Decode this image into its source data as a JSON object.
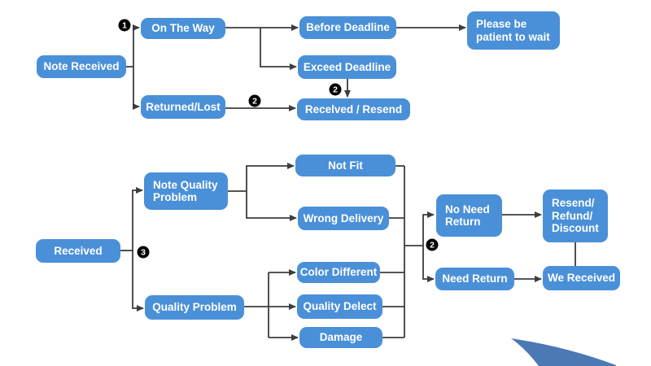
{
  "colors": {
    "node_fill": "#4a90d8",
    "node_text": "#ffffff",
    "connector": "#3d3d3d",
    "marker_bg": "#000000",
    "marker_text": "#ffffff",
    "swoosh": "#4a79b4",
    "background": "#ffffff"
  },
  "nodes": {
    "note_received": "Note Received",
    "on_the_way": "On The Way",
    "returned_lost": "Returned/Lost",
    "before_deadline": "Before Deadline",
    "exceed_deadline": "Exceed Deadline",
    "please_wait": "Please be\npatient to wait",
    "recelved_resend": "Recelved / Resend",
    "received": "Received",
    "note_quality_problem": "Note Quality\nProblem",
    "quality_problem": "Quality Problem",
    "not_fit": "Not Fit",
    "wrong_delivery": "Wrong Delivery",
    "color_different": "Color Different",
    "quality_delect": "Quality Delect",
    "damage": "Damage",
    "no_need_return": "No Need\nReturn",
    "resend_refund_discount": "Resend/\nRefund/\nDiscount",
    "need_return": "Need Return",
    "we_received": "We Received"
  },
  "markers": {
    "step1": "1",
    "step2_shipping": "2",
    "step2_deadline": "2",
    "step3": "3",
    "step2_return": "2"
  }
}
